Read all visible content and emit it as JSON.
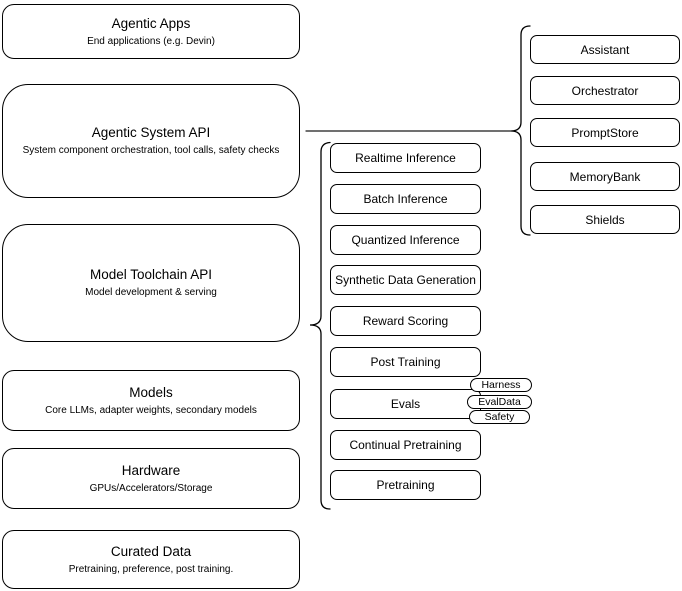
{
  "left_column": [
    {
      "title": "Agentic Apps",
      "subtitle": "End applications (e.g. Devin)"
    },
    {
      "title": "Agentic System API",
      "subtitle": "System component orchestration, tool calls, safety checks"
    },
    {
      "title": "Model Toolchain API",
      "subtitle": "Model development & serving"
    },
    {
      "title": "Models",
      "subtitle": "Core LLMs, adapter weights, secondary models"
    },
    {
      "title": "Hardware",
      "subtitle": "GPUs/Accelerators/Storage"
    },
    {
      "title": "Curated Data",
      "subtitle": "Pretraining, preference, post training."
    }
  ],
  "middle_column": [
    "Realtime Inference",
    "Batch Inference",
    "Quantized Inference",
    "Synthetic Data Generation",
    "Reward Scoring",
    "Post Training",
    "Evals",
    "Continual Pretraining",
    "Pretraining"
  ],
  "eval_tags": [
    "Harness",
    "EvalData",
    "Safety"
  ],
  "right_column": [
    "Assistant",
    "Orchestrator",
    "PromptStore",
    "MemoryBank",
    "Shields"
  ],
  "colors": {
    "border": "#000000",
    "background": "#ffffff",
    "text": "#000000"
  }
}
